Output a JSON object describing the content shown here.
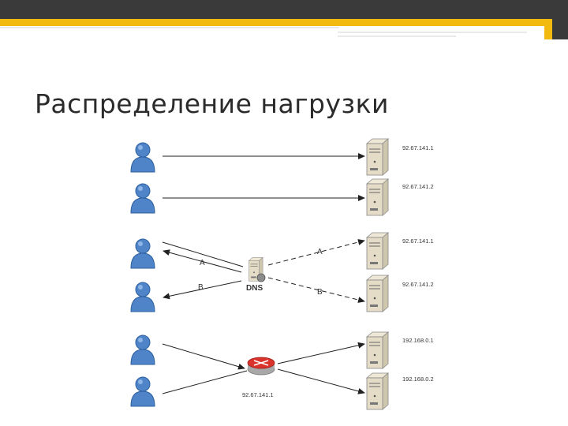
{
  "slide": {
    "title": "Распределение нагрузки"
  },
  "diagram": {
    "servers": [
      {
        "ip": "92.67.141.1"
      },
      {
        "ip": "92.67.141.2"
      },
      {
        "ip": "92.67.141.1"
      },
      {
        "ip": "92.67.141.2"
      },
      {
        "ip": "192.168.0.1"
      },
      {
        "ip": "192.168.0.2"
      }
    ],
    "dns_label": "DNS",
    "router_ip": "92.67.141.1",
    "dns_answers": {
      "a": "A",
      "b": "B"
    },
    "colors": {
      "header_bar": "#3a3a3a",
      "accent": "#f2b90f",
      "user": "#4f84c9",
      "router": "#d9332b"
    }
  }
}
